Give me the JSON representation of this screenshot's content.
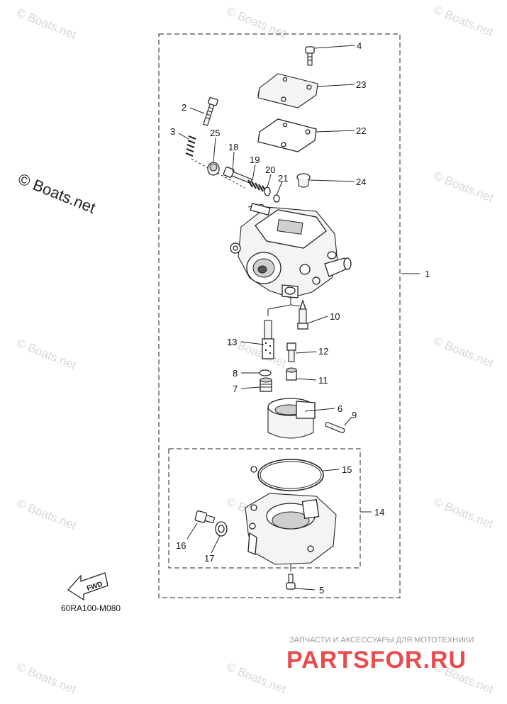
{
  "diagram": {
    "drawing_code": "60RA100-M080",
    "fwd_label": "FWD",
    "callouts": [
      "1",
      "2",
      "3",
      "4",
      "5",
      "6",
      "7",
      "8",
      "9",
      "10",
      "11",
      "12",
      "13",
      "14",
      "15",
      "16",
      "17",
      "18",
      "19",
      "20",
      "21",
      "22",
      "23",
      "24",
      "25"
    ]
  },
  "watermarks": {
    "boats": "© Boats.net",
    "boats_big": "© Boats.net"
  },
  "footer_brand": {
    "tagline": "ЗАПЧАСТИ И АКСЕССУАРЫ ДЛЯ МОТОТЕХНИКИ",
    "logo_text": "PARTSFOR.RU"
  },
  "colors": {
    "line": "#222222",
    "watermark": "#d7d7d7",
    "brand_red": "#e84b4b"
  }
}
